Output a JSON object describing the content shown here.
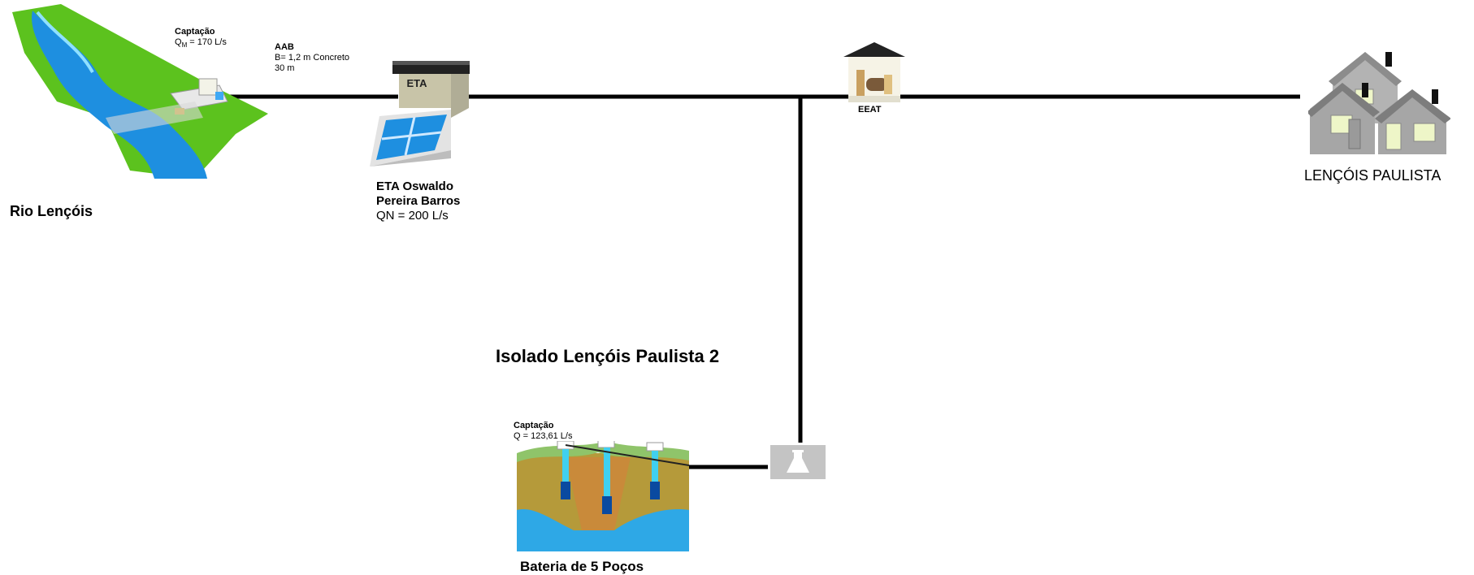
{
  "captacao_rio": {
    "title": "Captação",
    "flow_q": "Q",
    "flow_sub": "M",
    "flow_value": " = 170 L/s"
  },
  "source_rio_label": "Rio Lençóis",
  "aab": {
    "title": "AAB",
    "spec": "B= 1,2 m Concreto",
    "length": "30 m"
  },
  "eta": {
    "sign": "ETA",
    "name_line1": "ETA Oswaldo",
    "name_line2": "Pereira Barros",
    "flow": "QN = 200 L/s"
  },
  "eeat_label": "EEAT",
  "city_label": "LENÇÓIS PAULISTA",
  "system_title": "Isolado Lençóis Paulista 2",
  "captacao_pocos": {
    "title": "Captação",
    "flow": "Q =  123,61 L/s"
  },
  "pocos_label": "Bateria de 5 Poços",
  "colors": {
    "pipe": "#000000",
    "grass": "#5cc21e",
    "water": "#1e8fe0",
    "house": "#9a9a9a",
    "house_window": "#eef6c8"
  }
}
